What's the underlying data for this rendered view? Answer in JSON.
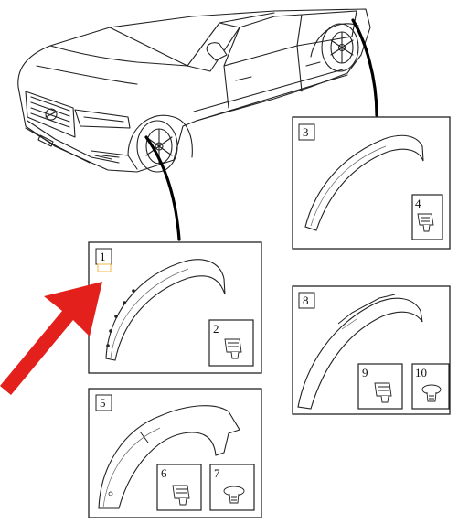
{
  "figure": {
    "subject": "Vehicle wheel arch moulding parts diagram",
    "accent_arrow_color": "#e3201b",
    "highlight_color": "#f5c36b"
  },
  "panels": [
    {
      "id": "panel-1",
      "number": "1",
      "sub_parts": [
        {
          "number": "2"
        }
      ]
    },
    {
      "id": "panel-3",
      "number": "3",
      "sub_parts": [
        {
          "number": "4"
        }
      ]
    },
    {
      "id": "panel-5",
      "number": "5",
      "sub_parts": [
        {
          "number": "6"
        },
        {
          "number": "7"
        }
      ]
    },
    {
      "id": "panel-8",
      "number": "8",
      "sub_parts": [
        {
          "number": "9"
        },
        {
          "number": "10"
        }
      ]
    }
  ]
}
